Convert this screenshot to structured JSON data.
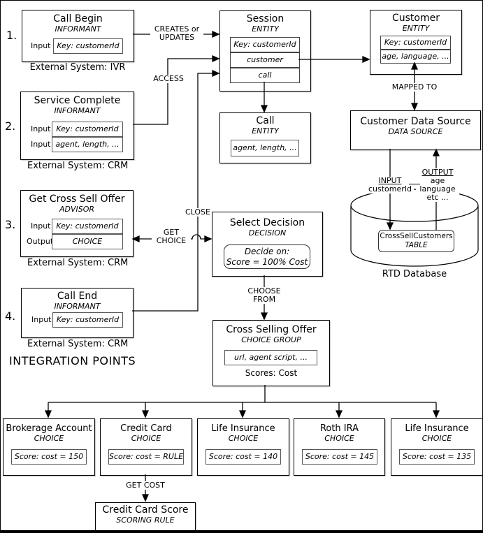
{
  "diagram": {
    "heading": "INTEGRATION POINTS",
    "informants": [
      {
        "num": "1.",
        "title": "Call Begin",
        "type": "INFORMANT",
        "rows": [
          {
            "label": "Input",
            "value": "Key: customerId"
          }
        ],
        "external": "External System: IVR"
      },
      {
        "num": "2.",
        "title": "Service Complete",
        "type": "INFORMANT",
        "rows": [
          {
            "label": "Input",
            "value": "Key: customerId"
          },
          {
            "label": "Input",
            "value": "agent, length, ..."
          }
        ],
        "external": "External System: CRM"
      },
      {
        "num": "3.",
        "title": "Get Cross Sell Offer",
        "type": "ADVISOR",
        "rows": [
          {
            "label": "Input",
            "value": "Key: customerId"
          },
          {
            "label": "Output",
            "value": "CHOICE"
          }
        ],
        "external": "External System: CRM"
      },
      {
        "num": "4.",
        "title": "Call End",
        "type": "INFORMANT",
        "rows": [
          {
            "label": "Input",
            "value": "Key: customerId"
          }
        ],
        "external": "External System: CRM"
      }
    ],
    "session": {
      "title": "Session",
      "type": "ENTITY",
      "rows": [
        "Key: customerId",
        "customer",
        "call"
      ]
    },
    "call_entity": {
      "title": "Call",
      "type": "ENTITY",
      "attrs": "agent, length, ..."
    },
    "customer": {
      "title": "Customer",
      "type": "ENTITY",
      "rows": [
        "Key: customerId",
        "age, language, ..."
      ]
    },
    "data_source": {
      "title": "Customer Data Source",
      "type": "DATA SOURCE"
    },
    "decision": {
      "title": "Select Decision",
      "type": "DECISION",
      "line1": "Decide on:",
      "line2": "Score = 100% Cost"
    },
    "choice_group": {
      "title": "Cross Selling Offer",
      "type": "CHOICE GROUP",
      "attrs": "url, agent script, ...",
      "scores": "Scores: Cost"
    },
    "choices": [
      {
        "title": "Brokerage Account",
        "type": "CHOICE",
        "score": "Score: cost = 150"
      },
      {
        "title": "Credit Card",
        "type": "CHOICE",
        "score": "Score: cost = RULE"
      },
      {
        "title": "Life Insurance",
        "type": "CHOICE",
        "score": "Score: cost = 140"
      },
      {
        "title": "Roth IRA",
        "type": "CHOICE",
        "score": "Score: cost = 145"
      },
      {
        "title": "Life Insurance",
        "type": "CHOICE",
        "score": "Score: cost = 135"
      }
    ],
    "scoring_rule": {
      "title": "Credit Card Score",
      "type": "SCORING RULE"
    },
    "database": {
      "label": "RTD Database",
      "table": "CrossSellCustomers",
      "table_type": "TABLE"
    },
    "labels": {
      "creates_1": "CREATES or",
      "creates_2": "UPDATES",
      "access": "ACCESS",
      "close": "CLOSE",
      "get_1": "GET",
      "get_2": "CHOICE",
      "mapped": "MAPPED TO",
      "choose_1": "CHOOSE",
      "choose_2": "FROM",
      "get_cost": "GET COST",
      "input": "INPUT",
      "input_value": "customerId",
      "output": "OUTPUT",
      "output_1": "age",
      "output_2": "language",
      "output_3": "etc ..."
    },
    "colors": {
      "line": "#000000",
      "box_border": "#000000",
      "inner_border": "#555555",
      "background": "#ffffff"
    }
  }
}
